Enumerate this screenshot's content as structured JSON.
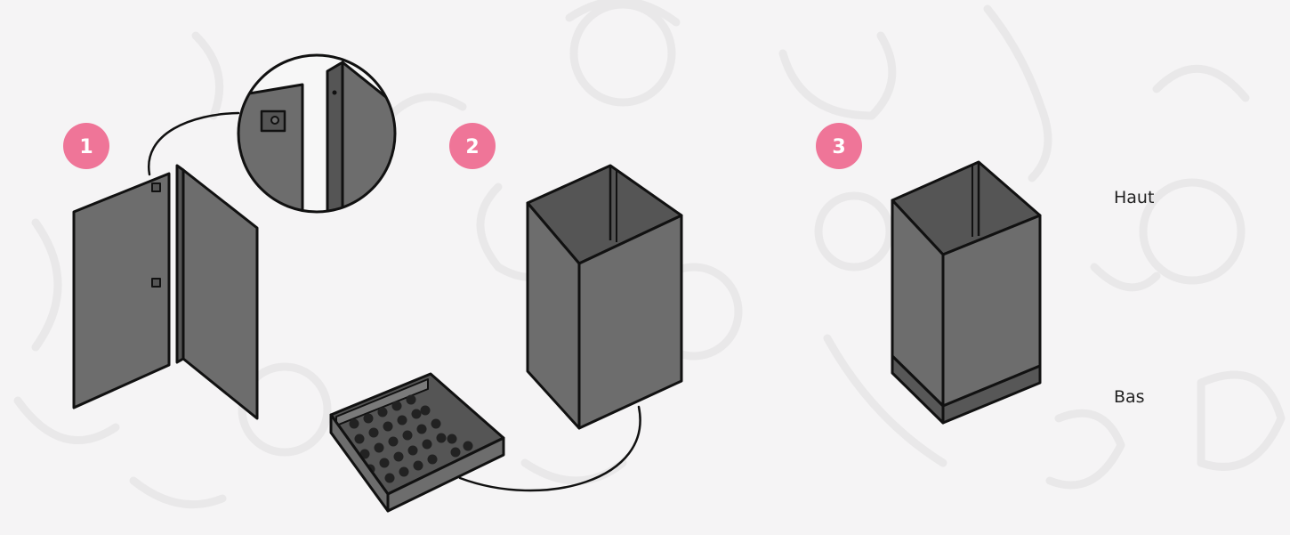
{
  "colors": {
    "background": "#f5f4f5",
    "doodle": "#e9e8e9",
    "panel": "#6d6d6d",
    "panel_dark": "#555555",
    "outline": "#111111",
    "badge": "#ef7598",
    "badge_text": "#ffffff"
  },
  "steps": [
    {
      "number": "1"
    },
    {
      "number": "2"
    },
    {
      "number": "3"
    }
  ],
  "labels": {
    "top": "Haut",
    "bottom": "Bas"
  }
}
